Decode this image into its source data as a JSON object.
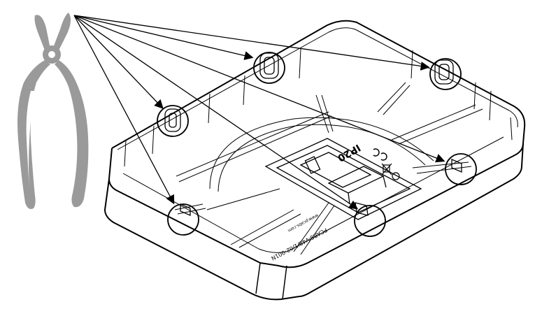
{
  "figure": {
    "kind": "assembly-instruction",
    "tool_icon": "pliers-icon",
    "label_ip": "IP20",
    "label_model": "PCABS-V48/1/02-001N",
    "label_small": "www.pcabs.com",
    "mark_count": 6,
    "colors": {
      "pliers": "#9a9a9a",
      "line": "#000000",
      "background": "#ffffff"
    }
  }
}
